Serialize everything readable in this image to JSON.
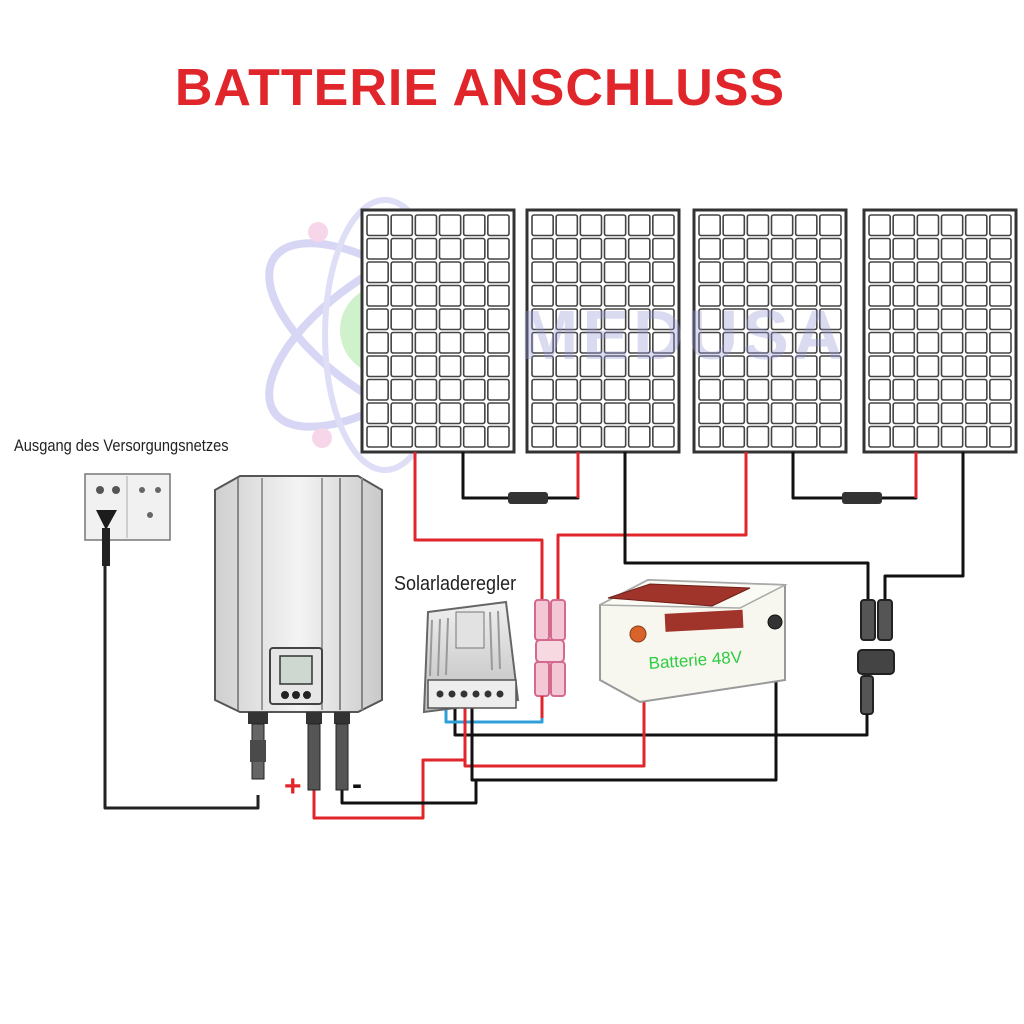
{
  "title": "BATTERIE ANSCHLUSS",
  "labels": {
    "grid_output": "Ausgang des Versorgungsnetzes",
    "charge_controller": "Solarladeregler",
    "battery": "Batterie 48V"
  },
  "watermark": "MEDUSA",
  "polarity": {
    "plus": "+",
    "minus": "-"
  },
  "colors": {
    "title": "#e0262b",
    "positive_wire": "#e0262b",
    "negative_wire": "#111111",
    "signal_wire": "#2f9fd8",
    "battery_label": "#2ecc40",
    "watermark": "#9696d7"
  },
  "panels": [
    {
      "name": "solar-panel-1"
    },
    {
      "name": "solar-panel-2"
    },
    {
      "name": "solar-panel-3"
    },
    {
      "name": "solar-panel-4"
    }
  ]
}
